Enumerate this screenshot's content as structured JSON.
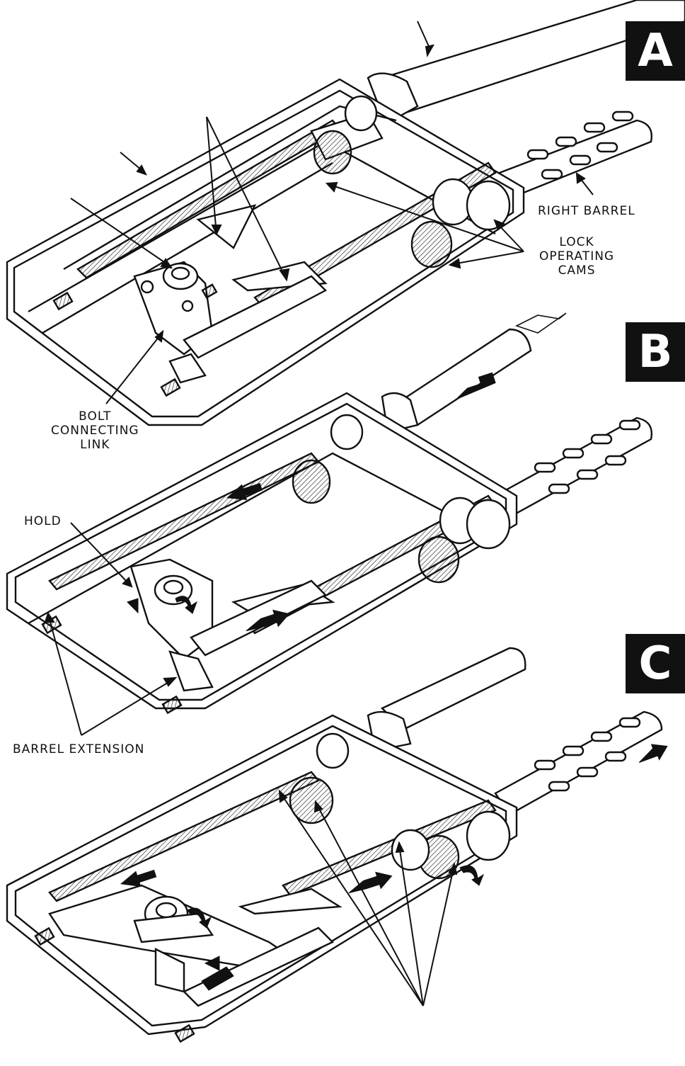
{
  "panels": [
    {
      "badge": "A"
    },
    {
      "badge": "B"
    },
    {
      "badge": "C"
    }
  ],
  "labels": {
    "right_barrel": "RIGHT BARREL",
    "lock_operating_cams": [
      "LOCK",
      "OPERATING",
      "CAMS"
    ],
    "bolt_connecting_link": [
      "BOLT",
      "CONNECTING",
      "LINK"
    ],
    "hold": "HOLD",
    "barrel_extension": "BARREL EXTENSION"
  },
  "colors": {
    "ink": "#111111",
    "paper": "#ffffff",
    "hatch": "#555555"
  }
}
